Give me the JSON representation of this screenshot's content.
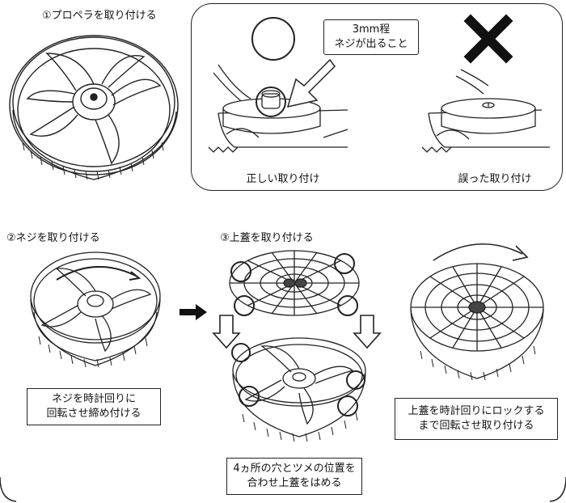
{
  "steps": {
    "step1": "①プロペラを取り付ける",
    "step2": "②ネジを取り付ける",
    "step3": "③上蓋を取り付ける"
  },
  "comparison": {
    "callout_line1": "3mm程",
    "callout_line2": "ネジが出ること",
    "correct_caption": "正しい取り付け",
    "wrong_caption": "誤った取り付け"
  },
  "notes": {
    "screw_line1": "ネジを時計回りに",
    "screw_line2": "回転させ締め付ける",
    "align_line1": "4ヵ所の穴とツメの位置を",
    "align_line2": "合わせ上蓋をはめる",
    "lock_line1": "上蓋を時計回りにロックする",
    "lock_line2": "まで回転させ取り付ける"
  },
  "symbols": {
    "correct": "circle-mark",
    "wrong": "cross-mark"
  }
}
